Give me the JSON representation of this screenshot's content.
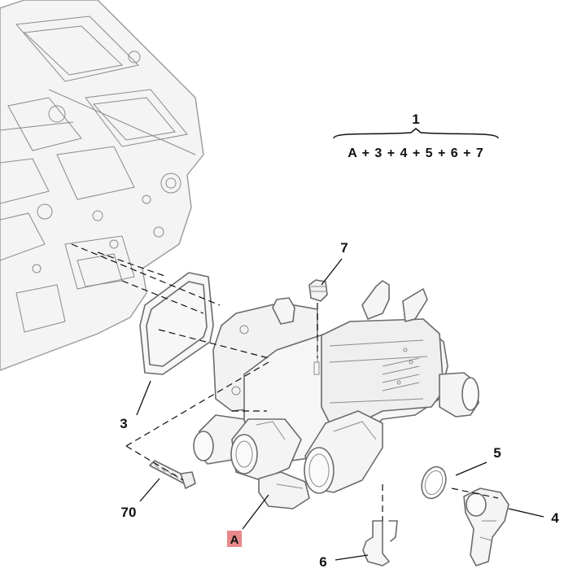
{
  "kit_callout": {
    "number": "1",
    "contents": "A + 3 + 4 + 5 + 6 + 7"
  },
  "callouts": {
    "c3": "3",
    "c4": "4",
    "c5": "5",
    "c6": "6",
    "c7": "7",
    "c70": "70"
  },
  "reference_marker": {
    "label": "A",
    "color": "#e8888a"
  },
  "line_color": "#111111"
}
